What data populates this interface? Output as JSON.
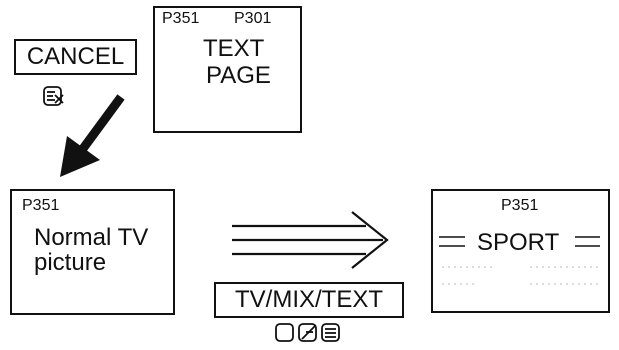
{
  "top_screen": {
    "page_left": "P351",
    "page_right": "P301",
    "line1": "TEXT",
    "line2": "PAGE"
  },
  "cancel_key": {
    "label": "CANCEL",
    "icon": "cancel-reveal-icon"
  },
  "tv_screen": {
    "page": "P351",
    "line1": "Normal TV",
    "line2": "picture"
  },
  "mode_key": {
    "label": "TV/MIX/TEXT",
    "icons": [
      "tv-mode-icon",
      "mix-mode-icon",
      "text-mode-icon"
    ]
  },
  "sport_screen": {
    "page": "P351",
    "title": "SPORT"
  }
}
